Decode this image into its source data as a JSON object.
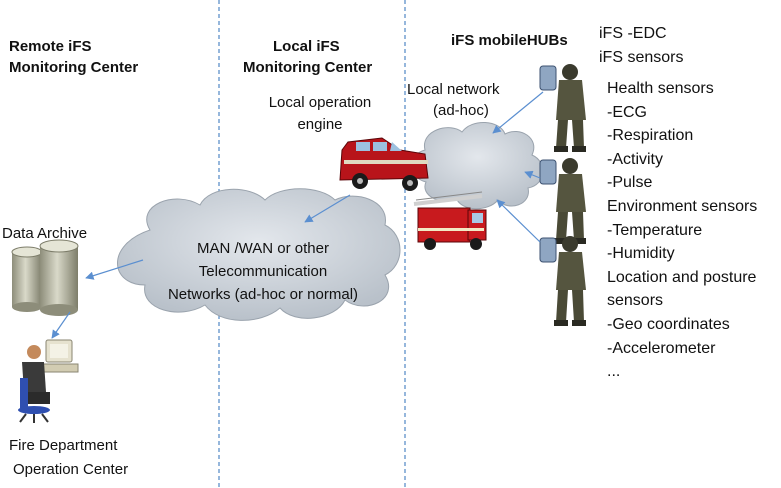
{
  "columns": {
    "remote": {
      "line1": "Remote iFS",
      "line2": "Monitoring Center"
    },
    "local": {
      "line1": "Local  iFS",
      "line2": "Monitoring  Center"
    },
    "mobile": {
      "title": "iFS mobileHUBs"
    }
  },
  "local_engine": {
    "line1": "Local operation",
    "line2": "engine"
  },
  "local_network": {
    "line1": "Local network",
    "line2": "(ad-hoc)"
  },
  "cloud_main": {
    "line1": "MAN /WAN  or other",
    "line2": "Telecommunication",
    "line3": "Networks (ad-hoc  or normal)"
  },
  "data_archive": "Data Archive",
  "fire_dept": {
    "line1": "Fire Department",
    "line2": "Operation Center"
  },
  "edc": {
    "line1": "iFS -EDC",
    "line2": "iFS  sensors"
  },
  "sensors": [
    "Health sensors",
    "-ECG",
    "-Respiration",
    "-Activity",
    "-Pulse",
    "Environment sensors",
    "-Temperature",
    "-Humidity",
    "Location and posture",
    "sensors",
    "-Geo coordinates",
    "-Accelerometer",
    "..."
  ],
  "colors": {
    "cloud_fill": "#c6ccd3",
    "arrow": "#5b8fd0",
    "divider": "#2e6fb8"
  }
}
